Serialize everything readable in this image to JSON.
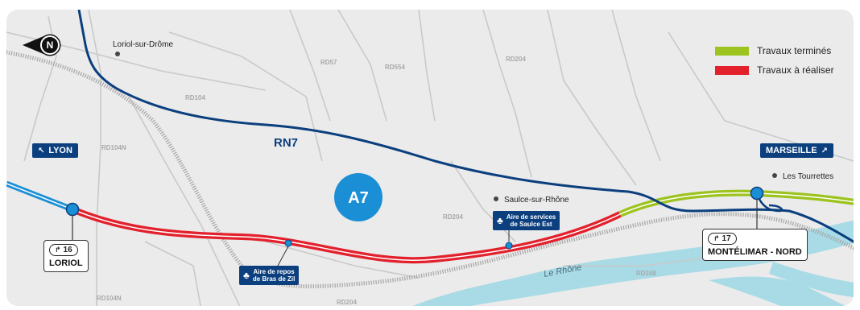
{
  "map": {
    "north_label": "N",
    "towns": {
      "loriol": "Loriol-sur-Drôme",
      "saulce": "Saulce-sur-Rhône",
      "tourrettes": "Les Tourrettes"
    },
    "roads": {
      "rn7": "RN7",
      "a7": "A7",
      "rd57": "RD57",
      "rd554": "RD554",
      "rd204_top": "RD204",
      "rd104": "RD104",
      "rd104n_left": "RD104N",
      "rd104n_bottom": "RD104N",
      "rd204_mid": "RD204",
      "rd204_bottom": "RD204",
      "rd248": "RD248"
    },
    "river": "Le Rhône",
    "directions": {
      "lyon": {
        "label": "LYON",
        "arrow": "↖"
      },
      "marseille": {
        "label": "MARSEILLE",
        "arrow": "↗"
      }
    },
    "exits": {
      "loriol": {
        "number": "16",
        "glyph": "↱",
        "name": "LORIOL"
      },
      "montelimar": {
        "number": "17",
        "glyph": "↱",
        "name": "MONTÉLIMAR - NORD"
      }
    },
    "areas": {
      "bras_de_zil": {
        "line1": "Aire de repos",
        "line2": "de Bras de Zil",
        "icon": "tree-icon"
      },
      "saulce_est": {
        "line1": "Aire de services",
        "line2": "de Saulce Est",
        "icon": "tree-icon"
      }
    }
  },
  "legend": {
    "done": {
      "label": "Travaux terminés",
      "color": "#9dc31f"
    },
    "todo": {
      "label": "Travaux à réaliser",
      "color": "#e2212d"
    }
  },
  "colors": {
    "background": "#ebebeb",
    "river": "#a8dbe6",
    "rn7": "#0b3f7e",
    "a7_badge": "#1a8fd6",
    "existing_highway": "#1a8fd6",
    "minor_roads": "#c9c9c9",
    "railway": "#a5a5a5"
  }
}
